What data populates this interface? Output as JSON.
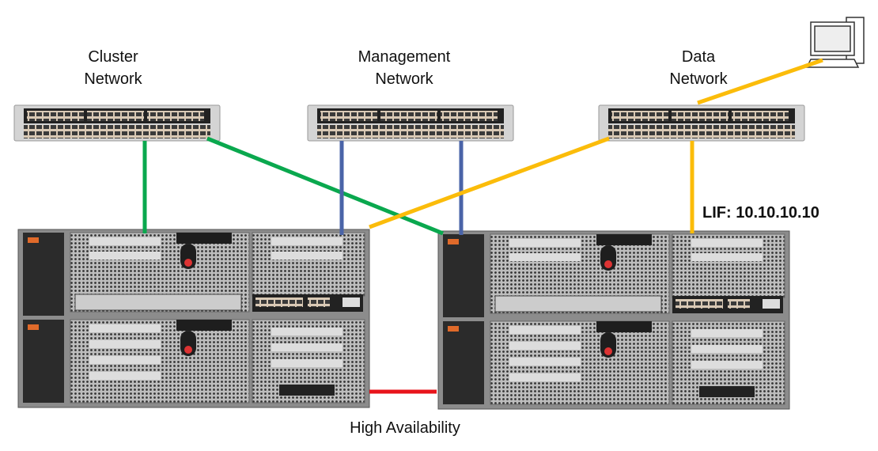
{
  "labels": {
    "cluster": "Cluster\nNetwork",
    "management": "Management\nNetwork",
    "data": "Data\nNetwork",
    "lif": "LIF: 10.10.10.10",
    "ha": "High Availability"
  },
  "colors": {
    "cluster_link": "#0aa84e",
    "management_link": "#4a64a8",
    "data_link": "#fbbc0a",
    "ha_link": "#e8141b",
    "chassis": "#9a9a9a"
  },
  "icons": [
    "network-switch",
    "storage-controller-chassis",
    "desktop-computer"
  ]
}
